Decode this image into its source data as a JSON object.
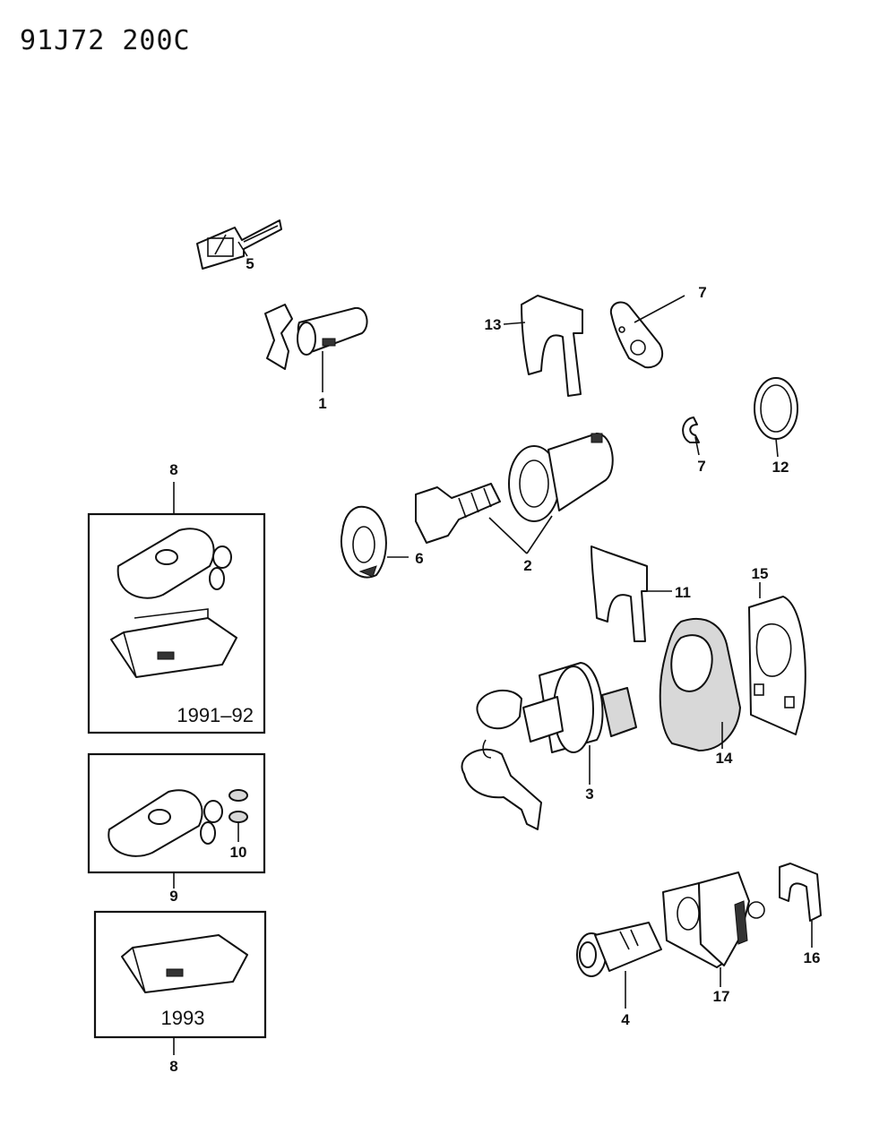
{
  "header": {
    "code": "91J72  200C"
  },
  "callouts": [
    "1",
    "2",
    "3",
    "4",
    "5",
    "6",
    "7",
    "7",
    "8",
    "8",
    "9",
    "10",
    "11",
    "12",
    "13",
    "14",
    "15",
    "16",
    "17"
  ],
  "boxes": {
    "box_a_year": "1991–92",
    "box_c_year": "1993"
  }
}
